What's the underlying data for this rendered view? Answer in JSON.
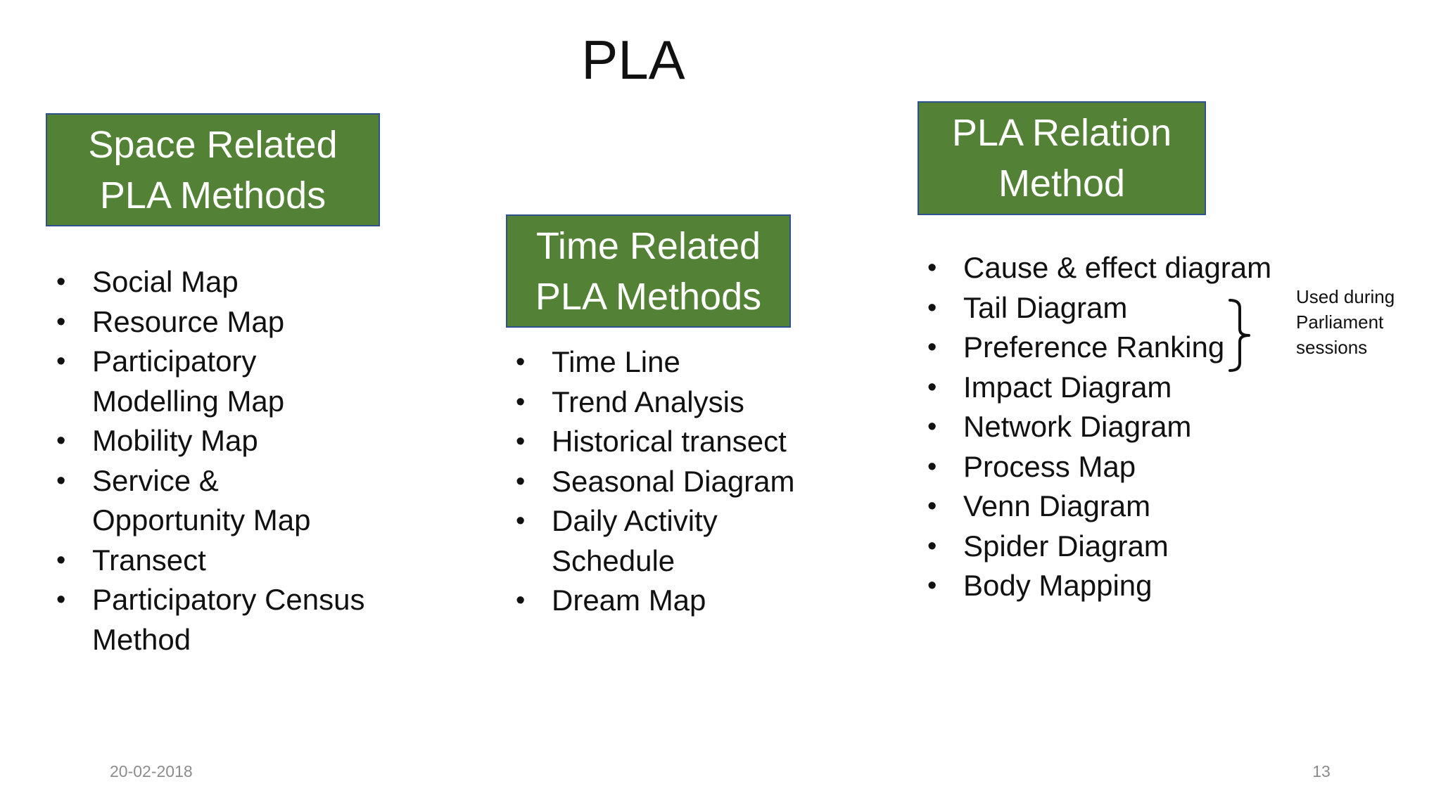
{
  "slide": {
    "title": "PLA",
    "columns": [
      {
        "heading": [
          "Space Related",
          "PLA Methods"
        ],
        "items": [
          "Social Map",
          "Resource Map",
          "Participatory Modelling Map",
          "Mobility Map",
          "Service & Opportunity Map",
          "Transect",
          "Participatory Census Method"
        ]
      },
      {
        "heading": [
          "Time Related",
          "PLA Methods"
        ],
        "items": [
          "Time Line",
          "Trend Analysis",
          "Historical transect",
          "Seasonal Diagram",
          "Daily Activity Schedule",
          "Dream Map"
        ]
      },
      {
        "heading": [
          "PLA Relation",
          "Method"
        ],
        "items": [
          "Cause & effect diagram",
          "Tail Diagram",
          "Preference Ranking",
          "Impact Diagram",
          "Network Diagram",
          "Process Map",
          "Venn Diagram",
          "Spider Diagram",
          "Body Mapping"
        ]
      }
    ],
    "brace_note": [
      "Used during",
      "Parliament",
      "sessions"
    ],
    "footer": {
      "date": "20-02-2018",
      "page_number": "13"
    }
  },
  "colors": {
    "box_fill": "#538135",
    "box_border": "#2f528f",
    "box_text": "#ffffff",
    "body_text": "#111111",
    "footer_text": "#8c8c8c"
  }
}
